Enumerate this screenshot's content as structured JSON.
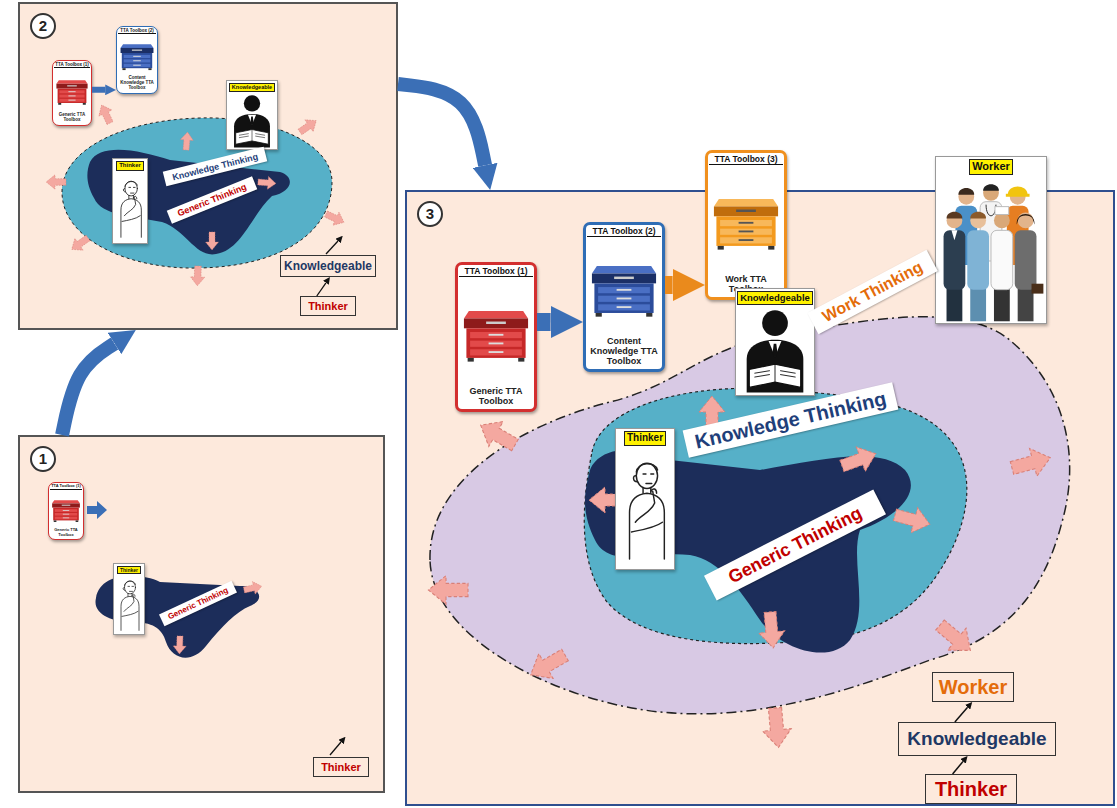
{
  "diagram": {
    "nodes": [
      {
        "text": [
          "1"
        ]
      },
      {
        "text": [
          "TTA Toolbox (1)",
          "Generic TTA Toolbox"
        ],
        "in": 0
      },
      {
        "text": [
          "Thinker"
        ],
        "in": 0
      },
      {
        "text": [
          "Generic Thinking"
        ],
        "in": 0
      },
      {
        "text": [
          "Thinker"
        ],
        "in": 0
      },
      {
        "text": [
          "2"
        ]
      },
      {
        "text": [
          "TTA Toolbox (1)",
          "Generic TTA Toolbox"
        ],
        "in": 5
      },
      {
        "text": [
          "TTA Toolbox (2)",
          "Content Knowledge TTA Toolbox"
        ],
        "in": 5
      },
      {
        "text": [
          "Knowledgeable"
        ],
        "in": 5
      },
      {
        "text": [
          "Thinker"
        ],
        "in": 5
      },
      {
        "text": [
          "Knowledge Thinking"
        ],
        "in": 5
      },
      {
        "text": [
          "Generic Thinking"
        ],
        "in": 5
      },
      {
        "text": [
          "Knowledgeable"
        ],
        "in": 5
      },
      {
        "text": [
          "Thinker"
        ],
        "in": 5
      },
      {
        "text": [
          "3"
        ]
      },
      {
        "text": [
          "TTA Toolbox (1)",
          "Generic TTA Toolbox"
        ],
        "in": 14
      },
      {
        "text": [
          "TTA Toolbox (2)",
          "Content Knowledge TTA Toolbox"
        ],
        "in": 14
      },
      {
        "text": [
          "TTA Toolbox (3)",
          "Work TTA Toolbox"
        ],
        "in": 14
      },
      {
        "text": [
          "Knowledgeable"
        ],
        "in": 14
      },
      {
        "text": [
          "Worker"
        ],
        "in": 14
      },
      {
        "text": [
          "Thinker"
        ],
        "in": 14
      },
      {
        "text": [
          "Work Thinking"
        ],
        "in": 14
      },
      {
        "text": [
          "Knowledge Thinking"
        ],
        "in": 14
      },
      {
        "text": [
          "Generic Thinking"
        ],
        "in": 14
      },
      {
        "text": [
          "Worker"
        ],
        "in": 14
      },
      {
        "text": [
          "Knowledgeable"
        ],
        "in": 14
      },
      {
        "text": [
          "Thinker"
        ],
        "in": 14
      }
    ],
    "edges": [
      {
        "from": 0,
        "to": 5,
        "arrow": "to"
      },
      {
        "from": 5,
        "to": 14,
        "arrow": "to"
      },
      {
        "from": 6,
        "to": 7,
        "arrow": "to"
      },
      {
        "from": 13,
        "to": 12,
        "arrow": "to"
      },
      {
        "from": 15,
        "to": 16,
        "arrow": "to"
      },
      {
        "from": 16,
        "to": 17,
        "arrow": "to"
      },
      {
        "from": 26,
        "to": 25,
        "arrow": "to"
      },
      {
        "from": 25,
        "to": 24,
        "arrow": "to"
      }
    ]
  }
}
